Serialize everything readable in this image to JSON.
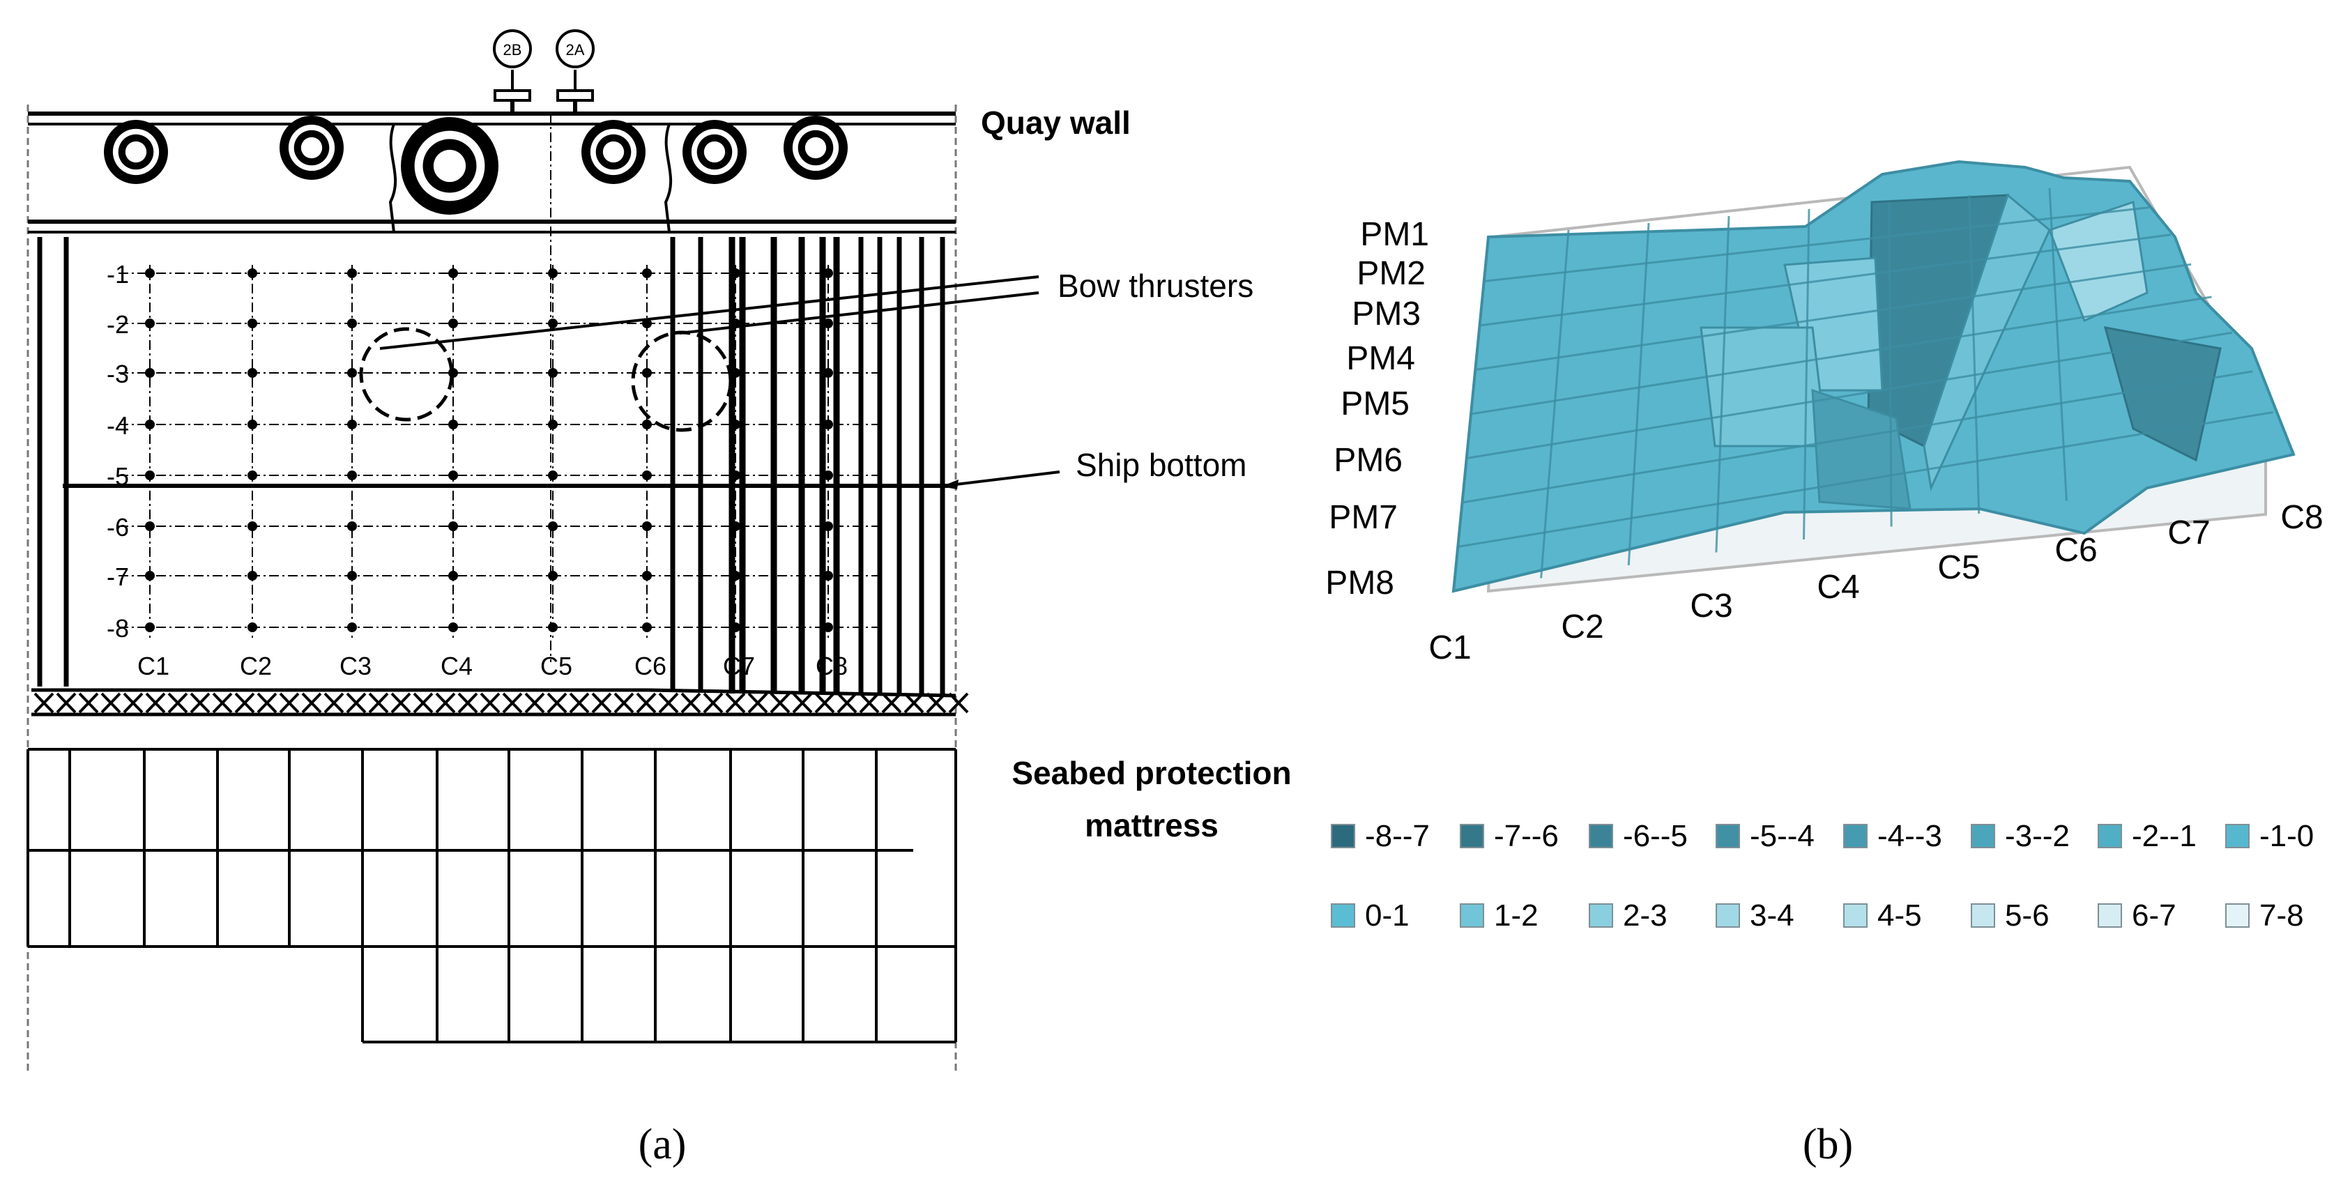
{
  "panel_a": {
    "caption": "(a)",
    "quay_wall_label": "Quay wall",
    "bow_thrusters_label": "Bow thrusters",
    "ship_bottom_label": "Ship bottom",
    "mattress_label_line1": "Seabed protection",
    "mattress_label_line2": "mattress",
    "pipe_labels": [
      "2B",
      "2A"
    ],
    "row_labels": [
      "-1",
      "-2",
      "-3",
      "-4",
      "-5",
      "-6",
      "-7",
      "-8"
    ],
    "column_labels": [
      "C1",
      "C2",
      "C3",
      "C4",
      "C5",
      "C6",
      "C7",
      "C8"
    ]
  },
  "panel_b": {
    "caption": "(b)",
    "row_labels": [
      "PM1",
      "PM2",
      "PM3",
      "PM4",
      "PM5",
      "PM6",
      "PM7",
      "PM8"
    ],
    "column_labels": [
      "C1",
      "C2",
      "C3",
      "C4",
      "C5",
      "C6",
      "C7",
      "C8"
    ],
    "legend": [
      {
        "label": "-8--7",
        "color": "#2c6b7d"
      },
      {
        "label": "-7--6",
        "color": "#34788a"
      },
      {
        "label": "-6--5",
        "color": "#3b8497"
      },
      {
        "label": "-5--4",
        "color": "#4190a4"
      },
      {
        "label": "-4--3",
        "color": "#469bb0"
      },
      {
        "label": "-3--2",
        "color": "#4ba5bb"
      },
      {
        "label": "-2--1",
        "color": "#50aec5"
      },
      {
        "label": "-1-0",
        "color": "#55b8cf"
      },
      {
        "label": "0-1",
        "color": "#5bbdd3"
      },
      {
        "label": "1-2",
        "color": "#72c5d8"
      },
      {
        "label": "2-3",
        "color": "#8acfdf"
      },
      {
        "label": "3-4",
        "color": "#a0d8e5"
      },
      {
        "label": "4-5",
        "color": "#b4e0eb"
      },
      {
        "label": "5-6",
        "color": "#c6e7ef"
      },
      {
        "label": "6-7",
        "color": "#d6edf3"
      },
      {
        "label": "7-8",
        "color": "#e4f3f7"
      }
    ]
  }
}
